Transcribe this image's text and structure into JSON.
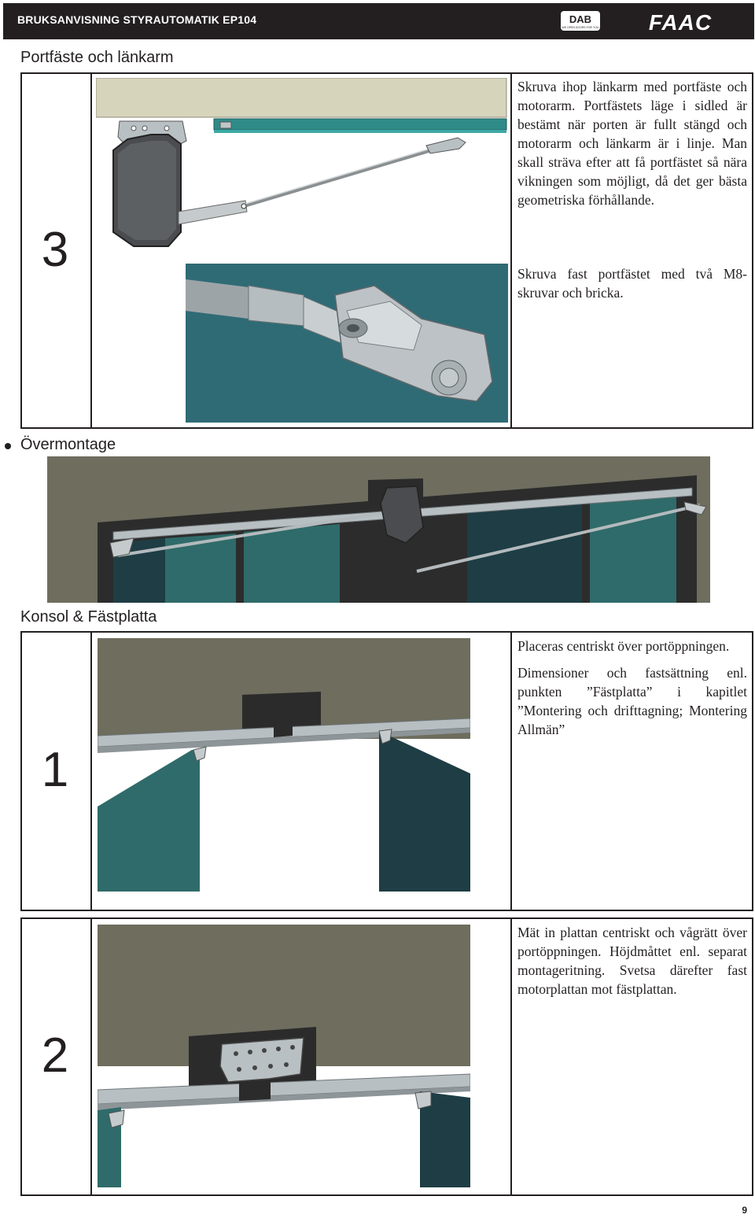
{
  "header": {
    "document_title": "BRUKSANVISNING STYRAUTOMATIK EP104",
    "logo_dab_text": "DAB",
    "logo_dab_tagline": "WE OPEN DOORS FOR YOU",
    "logo_faac_text": "FAAC",
    "background_color": "#231f20"
  },
  "section_portfaste": {
    "title": "Portfäste och länkarm",
    "step_number": "3",
    "paragraph_1": "Skruva ihop länkarm med portfäste och motorarm. Portfästets läge i sidled är bestämt när porten är fullt stängd och motorarm och länkarm är i linje. Man skall sträva efter att få portfästet så nära vikningen som möjligt, då det ger bästa geometriska förhållande.",
    "paragraph_2": "Skruva fast portfästet med två M8-skruvar och bricka."
  },
  "section_overmontage": {
    "title": "Övermontage"
  },
  "section_konsol": {
    "title": "Konsol & Fästplatta",
    "step_1": {
      "number": "1",
      "paragraph_1": "Placeras centriskt över portöppningen.",
      "paragraph_2": "Dimensioner och fastsättning enl. punkten ”Fästplatta” i kapitlet ”Montering och drifttagning; Montering Allmän”"
    },
    "step_2": {
      "number": "2",
      "paragraph_1": "Mät in plattan centriskt och vågrätt över portöppningen. Höjdmåttet enl. separat montageritning. Svetsa därefter fast motorplattan mot fästplattan."
    }
  },
  "footer": {
    "page_number": "9"
  },
  "colors": {
    "door_teal": "#2f6b6a",
    "door_dark": "#1e3d44",
    "wall_olive": "#6e6d5e",
    "beige_header": "#d7d4bc",
    "steel": "#b9c0c3"
  }
}
